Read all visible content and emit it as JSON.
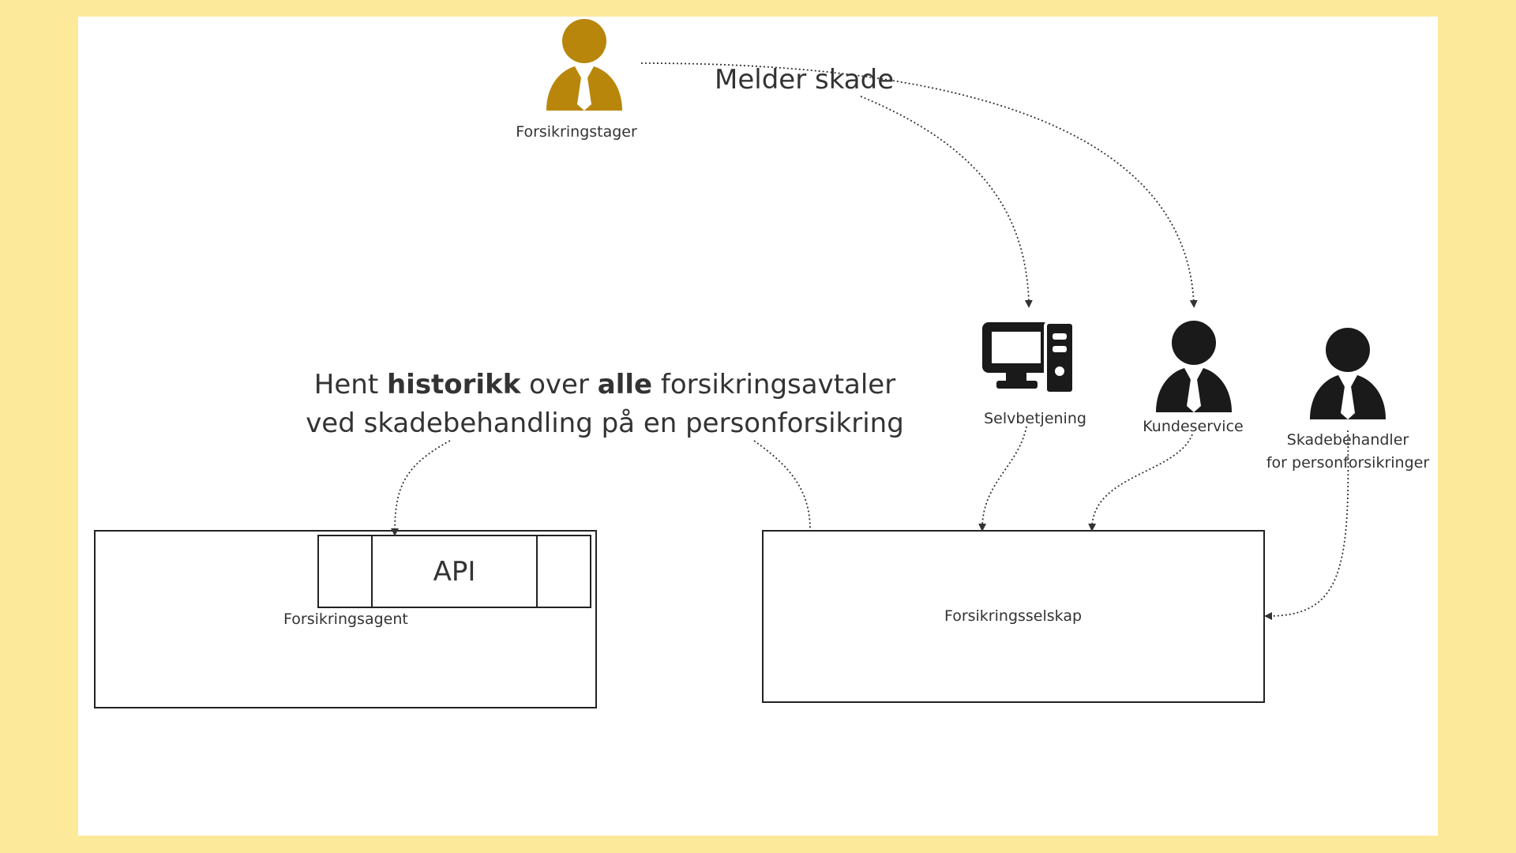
{
  "colors": {
    "background": "#fde99a",
    "canvas": "#ffffff",
    "policyholder": "#b8860b",
    "actor": "#1a1a1a",
    "line": "#333333"
  },
  "actors": {
    "policyholder": {
      "label": "Forsikringstager",
      "icon": "person-icon"
    },
    "self_service": {
      "label": "Selvbetjening",
      "icon": "computer-icon"
    },
    "customer_service": {
      "label": "Kundeservice",
      "icon": "person-icon"
    },
    "claims_handler": {
      "label_line1": "Skadebehandler",
      "label_line2": "for personforsikringer",
      "icon": "person-icon"
    }
  },
  "annotations": {
    "report_claim": "Melder skade",
    "history_part1": "Hent ",
    "history_bold1": "historikk",
    "history_part2": " over ",
    "history_bold2": "alle",
    "history_part3": " forsikringsavtaler",
    "history_line2": "ved skadebehandling på en personforsikring"
  },
  "boxes": {
    "agent": {
      "label": "Forsikringsagent",
      "api_label": "API"
    },
    "insurer": {
      "label": "Forsikringsselskap"
    }
  }
}
